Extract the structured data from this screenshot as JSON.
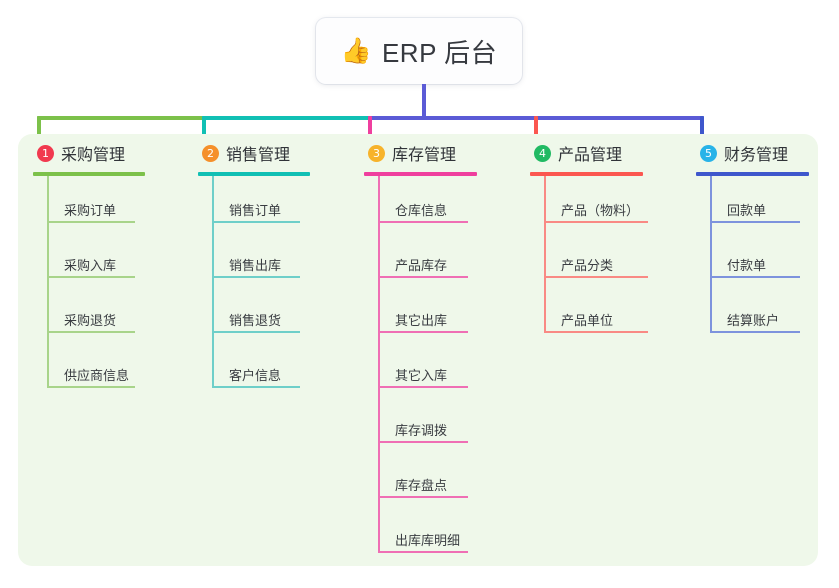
{
  "root": {
    "icon": "thumbs-up-emoji",
    "icon_glyph": "👍",
    "title": "ERP 后台"
  },
  "theme": {
    "page_background": "#ffffff",
    "panel_background": "#eff8ea",
    "root_stem": "#5b5bd6",
    "text": "#303338"
  },
  "columns": [
    {
      "number": "1",
      "title": "采购管理",
      "badge_color": "#f1394f",
      "accent": "#7cc14a",
      "leaf_accent": "#a8d48a",
      "items": [
        "采购订单",
        "采购入库",
        "采购退货",
        "供应商信息"
      ]
    },
    {
      "number": "2",
      "title": "销售管理",
      "badge_color": "#f5902b",
      "accent": "#11c0b4",
      "leaf_accent": "#6ecfc9",
      "items": [
        "销售订单",
        "销售出库",
        "销售退货",
        "客户信息"
      ]
    },
    {
      "number": "3",
      "title": "库存管理",
      "badge_color": "#f7b32b",
      "accent": "#ef3f9e",
      "leaf_accent": "#ef6fb4",
      "items": [
        "仓库信息",
        "产品库存",
        "其它出库",
        "其它入库",
        "库存调拨",
        "库存盘点",
        "出库库明细"
      ]
    },
    {
      "number": "4",
      "title": "产品管理",
      "badge_color": "#21ba63",
      "accent": "#fb5750",
      "leaf_accent": "#f98a84",
      "items": [
        "产品（物料）",
        "产品分类",
        "产品单位"
      ]
    },
    {
      "number": "5",
      "title": "财务管理",
      "badge_color": "#28b3e8",
      "accent": "#3e57cc",
      "leaf_accent": "#7d93dd",
      "items": [
        "回款单",
        "付款单",
        "结算账户"
      ]
    }
  ],
  "connectors": {
    "trunk_color": "#5b5bd6",
    "segments": [
      {
        "from": "col1",
        "to": "col2",
        "color": "#7cc14a"
      },
      {
        "from": "col2",
        "to": "col3",
        "color": "#11c0b4"
      },
      {
        "from": "col3",
        "to": "col5",
        "color": "#5b5bd6"
      }
    ]
  }
}
